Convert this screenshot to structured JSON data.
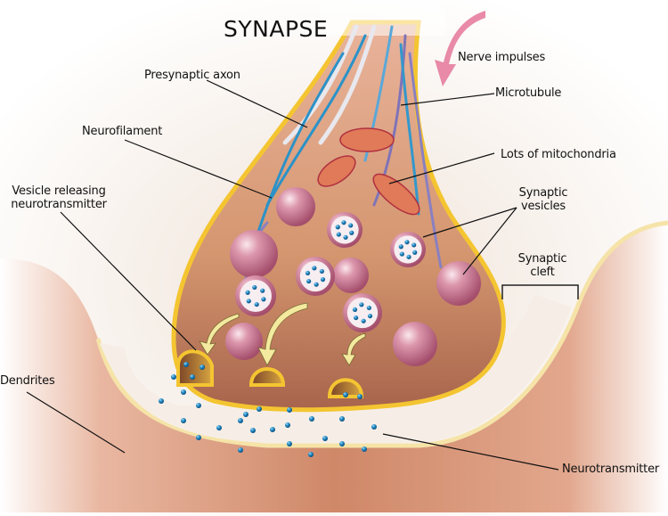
{
  "title": "SYNAPSE",
  "labels": {
    "presynaptic_axon": "Presynaptic axon",
    "nerve_impulses": "Nerve impulses",
    "microtubule": "Microtubule",
    "neurofilament": "Neurofilament",
    "mitochondria": "Lots of mitochondria",
    "vesicle_releasing_1": "Vesicle releasing",
    "vesicle_releasing_2": "neurotransmitter",
    "synaptic_vesicles_1": "Synaptic",
    "synaptic_vesicles_2": "vesicles",
    "synaptic_cleft_1": "Synaptic",
    "synaptic_cleft_2": "cleft",
    "dendrites": "Dendrites",
    "neurotransmitter": "Neurotransmitter"
  },
  "colors": {
    "axon_fill": "#d99a78",
    "membrane": "#f4c531",
    "dendrite": "#c97658",
    "cleft": "#f6eee6",
    "vesicle": "#c9708e",
    "neurotransmitter_dot": "#1d7fb8",
    "mitochondria": "#e07a58",
    "arrow_impulse": "#e88aa8",
    "arrow_release": "#f3eaa0"
  }
}
